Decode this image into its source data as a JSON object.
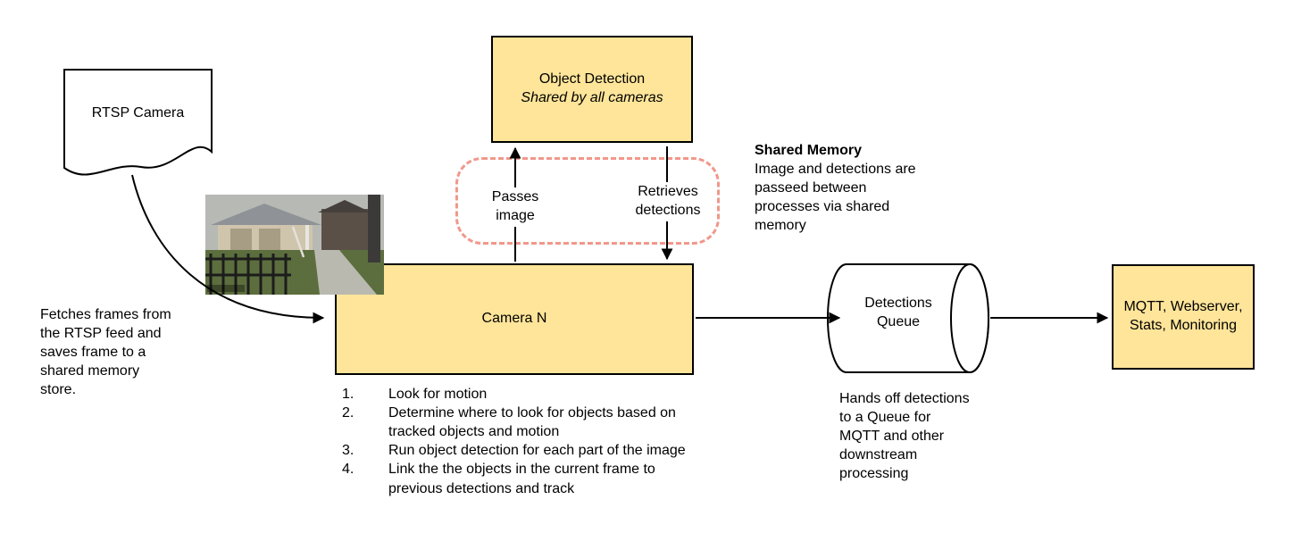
{
  "diagram": {
    "rtsp_camera_label": "RTSP Camera",
    "fetches_note": "Fetches frames from\nthe RTSP feed and\nsaves frame to a\nshared memory\nstore.",
    "object_detection_title": "Object Detection",
    "object_detection_subtitle": "Shared by all cameras",
    "passes_image_label": "Passes\nimage",
    "retrieves_detections_label": "Retrieves\ndetections",
    "shared_memory_title": "Shared Memory",
    "shared_memory_body": "Image and detections are\npasseed between\nprocesses via shared\nmemory",
    "camera_n_label": "Camera N",
    "camera_steps": [
      {
        "num": "1.",
        "text": "Look for motion"
      },
      {
        "num": "2.",
        "text": "Determine where to look for objects based on tracked objects and motion"
      },
      {
        "num": "3.",
        "text": "Run object detection for each part of the image"
      },
      {
        "num": "4.",
        "text": "Link the the objects in the current frame to previous detections and track"
      }
    ],
    "detections_queue_label": "Detections\nQueue",
    "hands_off_note": "Hands off detections\nto a Queue for\nMQTT and other\ndownstream\nprocessing",
    "mqtt_label": "MQTT, Webserver,\nStats, Monitoring"
  },
  "colors": {
    "node_fill": "#ffe599",
    "node_border": "#000000",
    "shared_memory_dash": "#f0988b",
    "background": "#ffffff",
    "arrow": "#000000"
  }
}
